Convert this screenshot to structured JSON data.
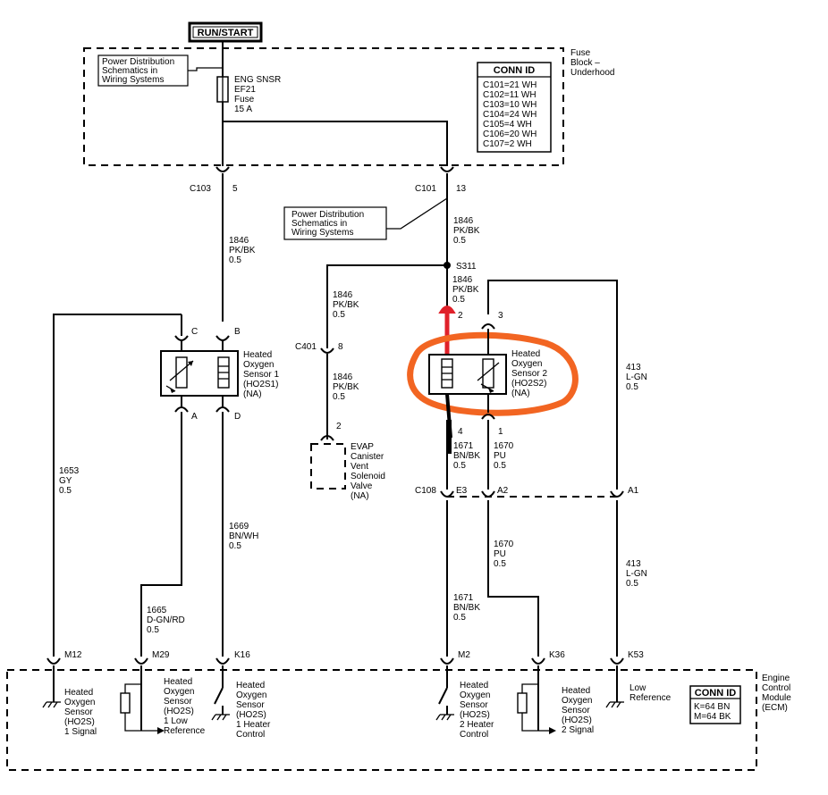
{
  "run_start": "RUN/START",
  "fuse_block": [
    "Fuse",
    "Block –",
    "Underhood"
  ],
  "pds_top": [
    "Power Distribution",
    "Schematics in",
    "Wiring Systems"
  ],
  "pds_mid": [
    "Power Distribution",
    "Schematics in",
    "Wiring Systems"
  ],
  "fuse": [
    "ENG SNSR",
    "EF21",
    "Fuse",
    "15 A"
  ],
  "conn_id_top": {
    "title": "CONN ID",
    "items": [
      "C101=21 WH",
      "C102=11 WH",
      "C103=10 WH",
      "C104=24 WH",
      "C105=4 WH",
      "C106=20 WH",
      "C107=2 WH"
    ]
  },
  "conn_id_ecm": {
    "title": "CONN ID",
    "items": [
      "K=64 BN",
      "M=64 BK"
    ]
  },
  "connectors": {
    "c103": "C103",
    "c103_pin": "5",
    "c101": "C101",
    "c101_pin": "13",
    "s311": "S311",
    "c401": "C401",
    "c401_pin": "8",
    "c108": "C108",
    "e3": "E3",
    "a2": "A2",
    "a1": "A1",
    "evap_pin": "2",
    "s1_c": "C",
    "s1_b": "B",
    "s1_a": "A",
    "s1_d": "D",
    "s2_2": "2",
    "s2_3": "3",
    "s2_4": "4",
    "s2_1": "1"
  },
  "wires": {
    "w1846_left": [
      "1846",
      "PK/BK",
      "0.5"
    ],
    "w1846_right_top": [
      "1846",
      "PK/BK",
      "0.5"
    ],
    "w1846_evap_top": [
      "1846",
      "PK/BK",
      "0.5"
    ],
    "w1846_s2": [
      "1846",
      "PK/BK",
      "0.5"
    ],
    "w1846_evap_bot": [
      "1846",
      "PK/BK",
      "0.5"
    ],
    "w1653": [
      "1653",
      "GY",
      "0.5"
    ],
    "w1669": [
      "1669",
      "BN/WH",
      "0.5"
    ],
    "w1665": [
      "1665",
      "D-GN/RD",
      "0.5"
    ],
    "w1671_top": [
      "1671",
      "BN/BK",
      "0.5"
    ],
    "w1670_top": [
      "1670",
      "PU",
      "0.5"
    ],
    "w1671_bot": [
      "1671",
      "BN/BK",
      "0.5"
    ],
    "w1670_bot": [
      "1670",
      "PU",
      "0.5"
    ],
    "w413_top": [
      "413",
      "L-GN",
      "0.5"
    ],
    "w413_bot": [
      "413",
      "L-GN",
      "0.5"
    ]
  },
  "sensor1": [
    "Heated",
    "Oxygen",
    "Sensor 1",
    "(HO2S1)",
    "(NA)"
  ],
  "sensor2": [
    "Heated",
    "Oxygen",
    "Sensor 2",
    "(HO2S2)",
    "(NA)"
  ],
  "evap": [
    "EVAP",
    "Canister",
    "Vent",
    "Solenoid",
    "Valve",
    "(NA)"
  ],
  "ecm": {
    "label": [
      "Engine",
      "Control",
      "Module",
      "(ECM)"
    ],
    "pins": {
      "m12": "M12",
      "m29": "M29",
      "k16": "K16",
      "m2": "M2",
      "k36": "K36",
      "k53": "K53"
    },
    "funcs": {
      "m12": [
        "Heated",
        "Oxygen",
        "Sensor",
        "(HO2S)",
        "1 Signal"
      ],
      "m29": [
        "Heated",
        "Oxygen",
        "Sensor",
        "(HO2S)",
        "1 Low",
        "Reference"
      ],
      "k16": [
        "Heated",
        "Oxygen",
        "Sensor",
        "(HO2S)",
        "1 Heater",
        "Control"
      ],
      "m2": [
        "Heated",
        "Oxygen",
        "Sensor",
        "(HO2S)",
        "2 Heater",
        "Control"
      ],
      "k36": [
        "Heated",
        "Oxygen",
        "Sensor",
        "(HO2S)",
        "2 Signal"
      ],
      "k53": [
        "Low",
        "Reference"
      ]
    }
  },
  "annotation_color": "#f26522",
  "marker_red": "#e0212a"
}
